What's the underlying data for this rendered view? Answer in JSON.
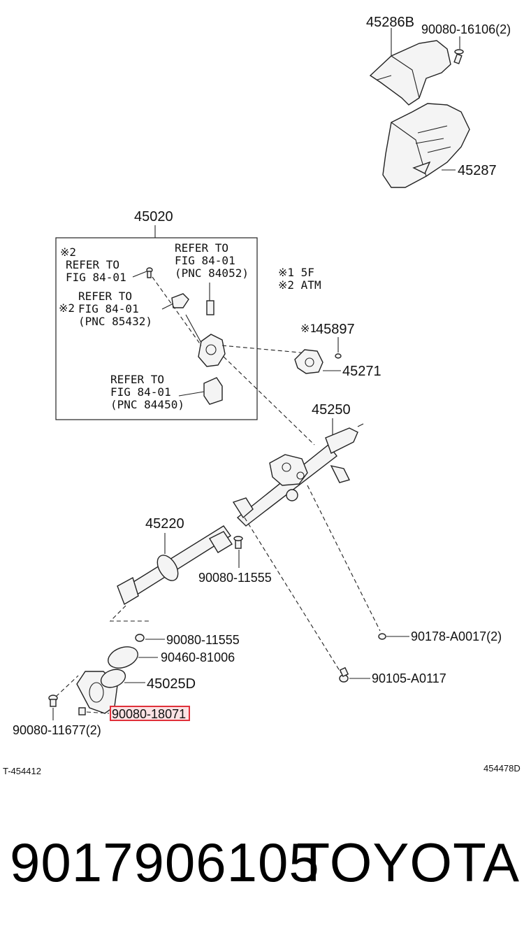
{
  "parts": {
    "p45286b": "45286B",
    "p90080_16106": "90080-16106(2)",
    "p45287": "45287",
    "p45020": "45020",
    "p45897": "45897",
    "p45271": "45271",
    "p45250": "45250",
    "p45220": "45220",
    "p90080_11555a": "90080-11555",
    "p90080_11555b": "90080-11555",
    "p90460": "90460-81006",
    "p45025d": "45025D",
    "p90080_18071": "90080-18071",
    "p90080_11677": "90080-11677(2)",
    "p90178": "90178-A0017(2)",
    "p90105": "90105-A0117"
  },
  "refs": {
    "r1": {
      "mark": "※2",
      "line1": "REFER TO",
      "line2": "FIG 84-01"
    },
    "r2": {
      "line1": "REFER TO",
      "line2": "FIG 84-01",
      "line3": "(PNC 84052)"
    },
    "r3": {
      "line1": "REFER TO",
      "mark": "※2",
      "line2": "FIG 84-01",
      "line3": "(PNC 85432)"
    },
    "r4": {
      "line1": "REFER TO",
      "line2": "FIG 84-01",
      "line3": "(PNC 84450)"
    }
  },
  "notes": {
    "n1": "※1 5F",
    "n2": "※2 ATM",
    "mark45897": "※1"
  },
  "codes": {
    "left": "T-454412",
    "right": "454478D"
  },
  "footer": {
    "part_number": "9017906105",
    "brand": "TOYOTA"
  },
  "highlight_color": "#e0303a"
}
